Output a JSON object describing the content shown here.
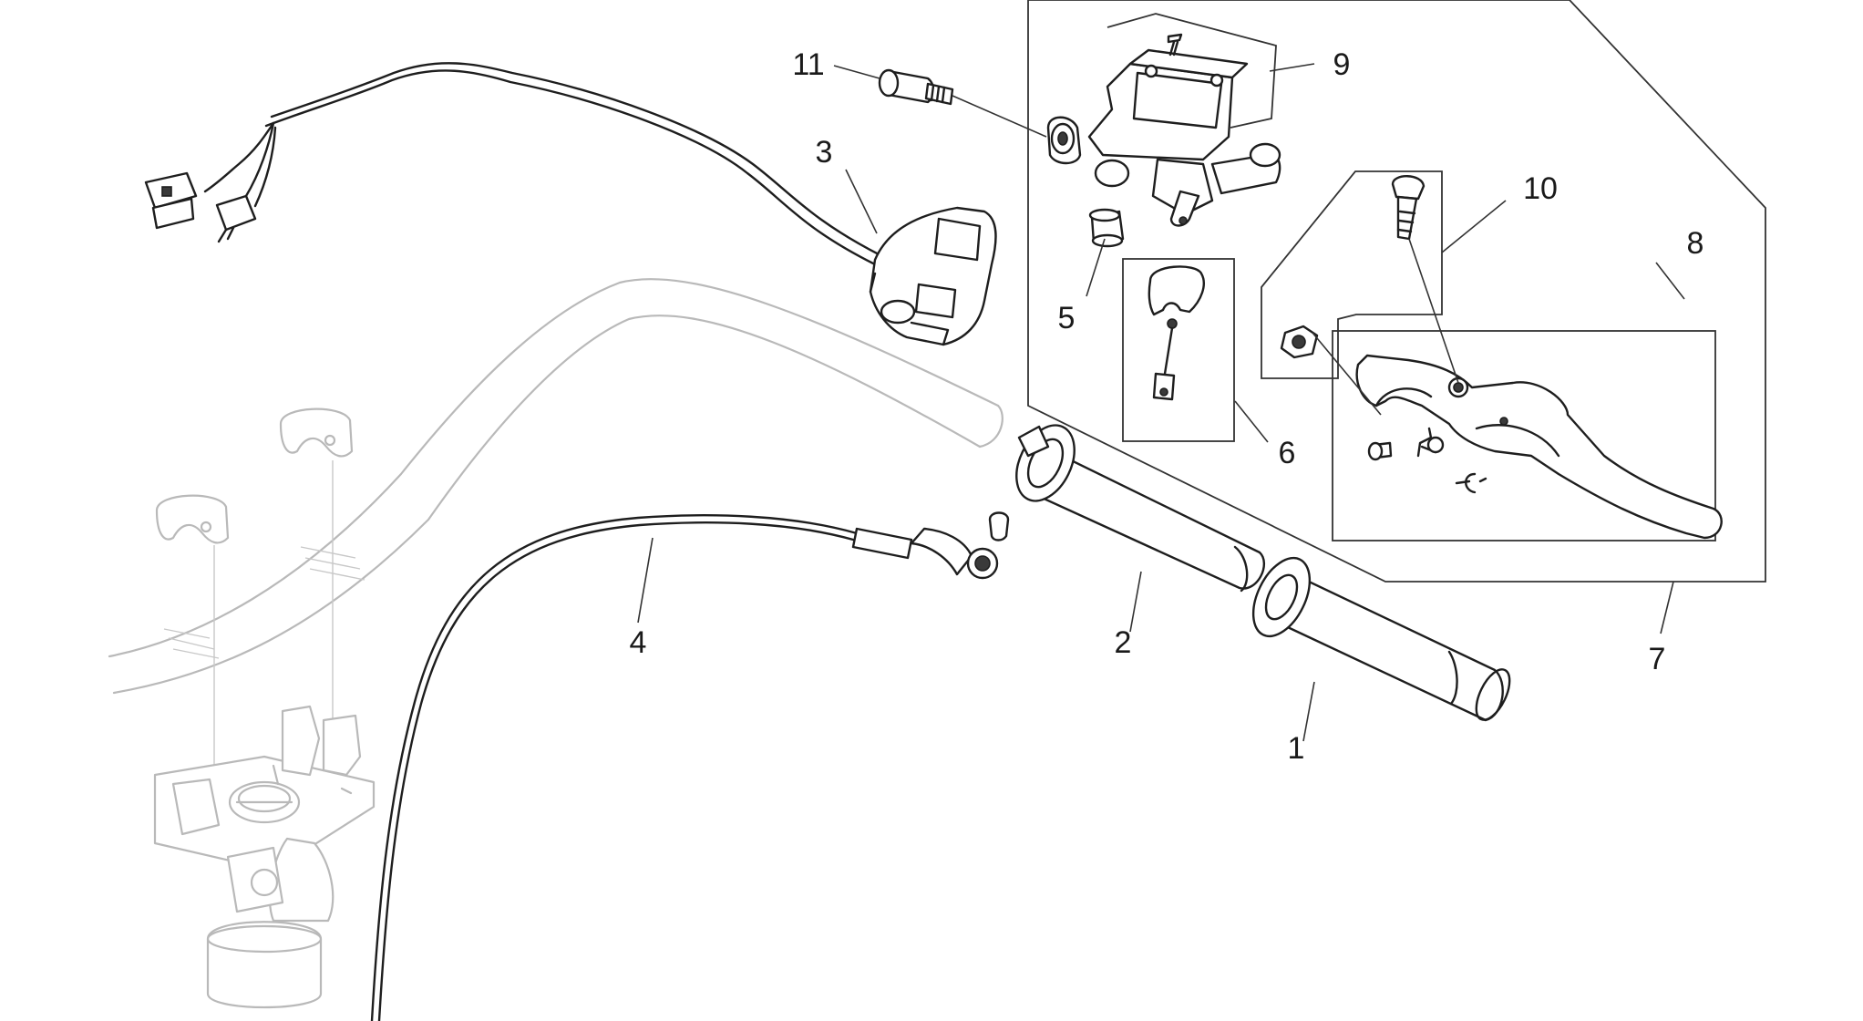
{
  "callouts": [
    {
      "id": "c1",
      "label": "1"
    },
    {
      "id": "c2",
      "label": "2"
    },
    {
      "id": "c3",
      "label": "3"
    },
    {
      "id": "c4",
      "label": "4"
    },
    {
      "id": "c5",
      "label": "5"
    },
    {
      "id": "c6",
      "label": "6"
    },
    {
      "id": "c7",
      "label": "7"
    },
    {
      "id": "c8",
      "label": "8"
    },
    {
      "id": "c9",
      "label": "9"
    },
    {
      "id": "c10",
      "label": "10"
    },
    {
      "id": "c11",
      "label": "11"
    }
  ]
}
